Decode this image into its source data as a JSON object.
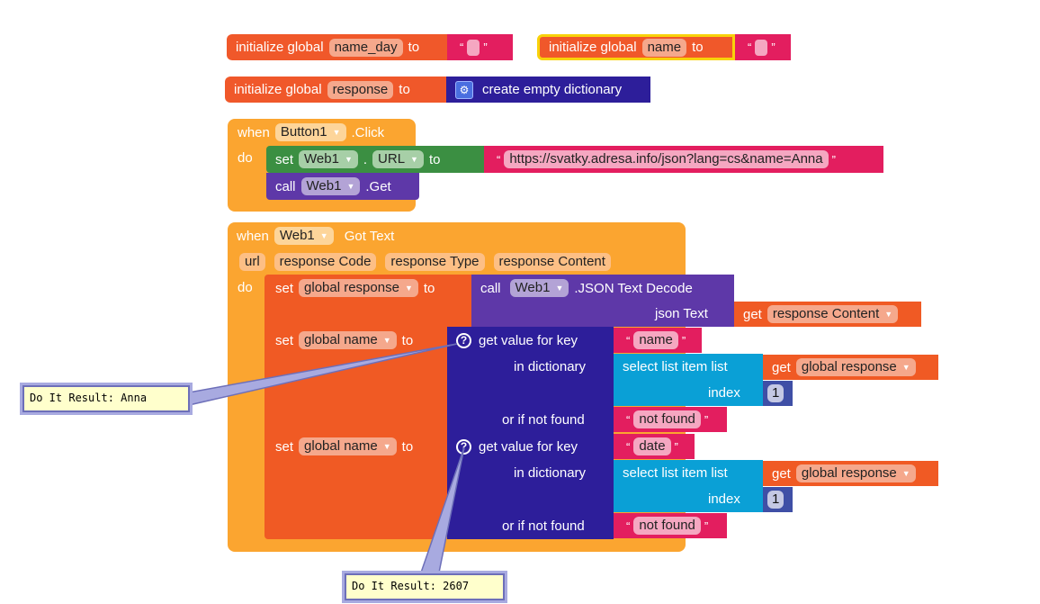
{
  "blocks": {
    "init1": {
      "label": "initialize global",
      "var": "name_day",
      "to": "to"
    },
    "init2": {
      "label": "initialize global",
      "var": "name",
      "to": "to"
    },
    "init3": {
      "label": "initialize global",
      "var": "response",
      "to": "to",
      "value": "create empty dictionary"
    },
    "click_event": {
      "when": "when",
      "component": "Button1",
      "event": ".Click",
      "do": "do",
      "set_label": "set",
      "set_component": "Web1",
      "dot": ".",
      "set_prop": "URL",
      "set_to": "to",
      "url_value": "https://svatky.adresa.info/json?lang=cs&name=Anna",
      "call_label": "call",
      "call_component": "Web1",
      "call_method": ".Get"
    },
    "gottext_event": {
      "when": "when",
      "component": "Web1",
      "event": "Got Text",
      "params": [
        "url",
        "response Code",
        "response Type",
        "response Content"
      ],
      "do": "do",
      "s1": {
        "set": "set",
        "var": "global response",
        "to": "to",
        "call": "call",
        "component": "Web1",
        "method": ".JSON Text Decode",
        "json_label": "json Text",
        "get": "get",
        "get_var": "response Content"
      },
      "s2": {
        "set": "set",
        "var": "global name",
        "to": "to",
        "get_key": "get value for key",
        "key": "name",
        "in_dict": "in dictionary",
        "select": "select list item  list",
        "get": "get",
        "get_var": "global response",
        "index_label": "index",
        "index": "1",
        "not_found_label": "or if not found",
        "not_found": "not found"
      },
      "s3": {
        "set": "set",
        "var": "global name",
        "to": "to",
        "get_key": "get value for key",
        "key": "date",
        "in_dict": "in dictionary",
        "select": "select list item  list",
        "get": "get",
        "get_var": "global response",
        "index_label": "index",
        "index": "1",
        "not_found_label": "or if not found",
        "not_found": "not found"
      }
    }
  },
  "results": {
    "r1": "Do It Result: Anna",
    "r2": "Do It Result: 2607"
  }
}
